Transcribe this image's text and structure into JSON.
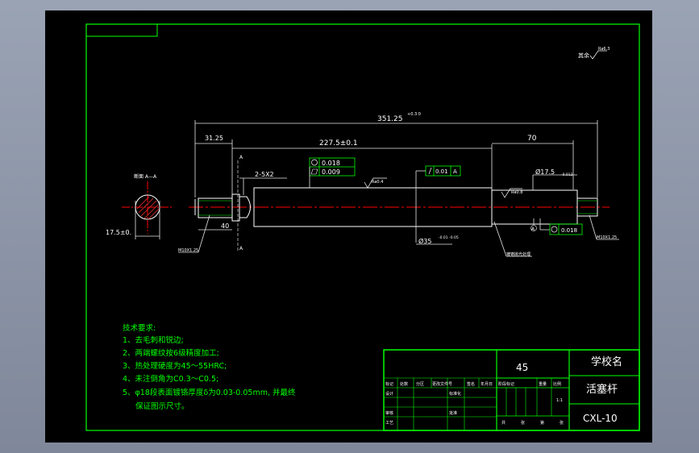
{
  "colors": {
    "frame": "#00ff00",
    "part": "#ffffff",
    "centerline": "#ff0000",
    "yellow": "#ffff00",
    "background": "#000000"
  },
  "top_right_note": "其余",
  "top_right_rough": "Ra6.3",
  "dimensions": {
    "overall": "351.25",
    "overall_tol": "+0.3 0",
    "d3125": "31.25",
    "d2275": "227.5±0.1",
    "d70": "70",
    "groove": "2-5X2",
    "d40": "40",
    "d175": "17.5±0.",
    "phi175": "Ø17.5",
    "phi175_tol": "-0.012",
    "phi35": "Ø35",
    "phi35_tol": "-0.01 -0.05",
    "thread_left": "M10X1.25",
    "thread_right": "M10X1.25",
    "section_label": "断面 A—A",
    "datum_A": "A"
  },
  "tolerances": {
    "left_round": "0.018",
    "left_cyl": "0.009",
    "mid_flat": "0.01",
    "mid_datum": "A",
    "right_round": "0.018"
  },
  "roughness": {
    "r1": "Ra0.4",
    "r2": "Ra0.8"
  },
  "callouts": {
    "plating": "镀铬抛光处理"
  },
  "tech": {
    "title": "技术要求:",
    "items": [
      "1、去毛刺和锐边;",
      "2、两端螺纹按6级精度加工;",
      "3、热处理硬度为45～55HRC;",
      "4、未注倒角为C0.3～C0.5;",
      "5、φ18段表面镀铬厚度δ为0.03-0.05mm, 并最终",
      "保证图示尺寸。"
    ]
  },
  "title_block": {
    "material": "45",
    "school": "学校名",
    "part_name": "活塞杆",
    "drawing_no": "CXL-10",
    "row_headers": [
      "标记",
      "处数",
      "分区",
      "更改文件号",
      "签名",
      "年月日"
    ],
    "left_labels": [
      "设计",
      "审核",
      "工艺"
    ],
    "mid_labels": [
      "标准化",
      "批准"
    ],
    "stage_labels": [
      "阶段标记",
      "重量",
      "比例"
    ],
    "scale": "1:1",
    "sheet_labels": [
      "共",
      "张",
      "第",
      "张"
    ]
  }
}
